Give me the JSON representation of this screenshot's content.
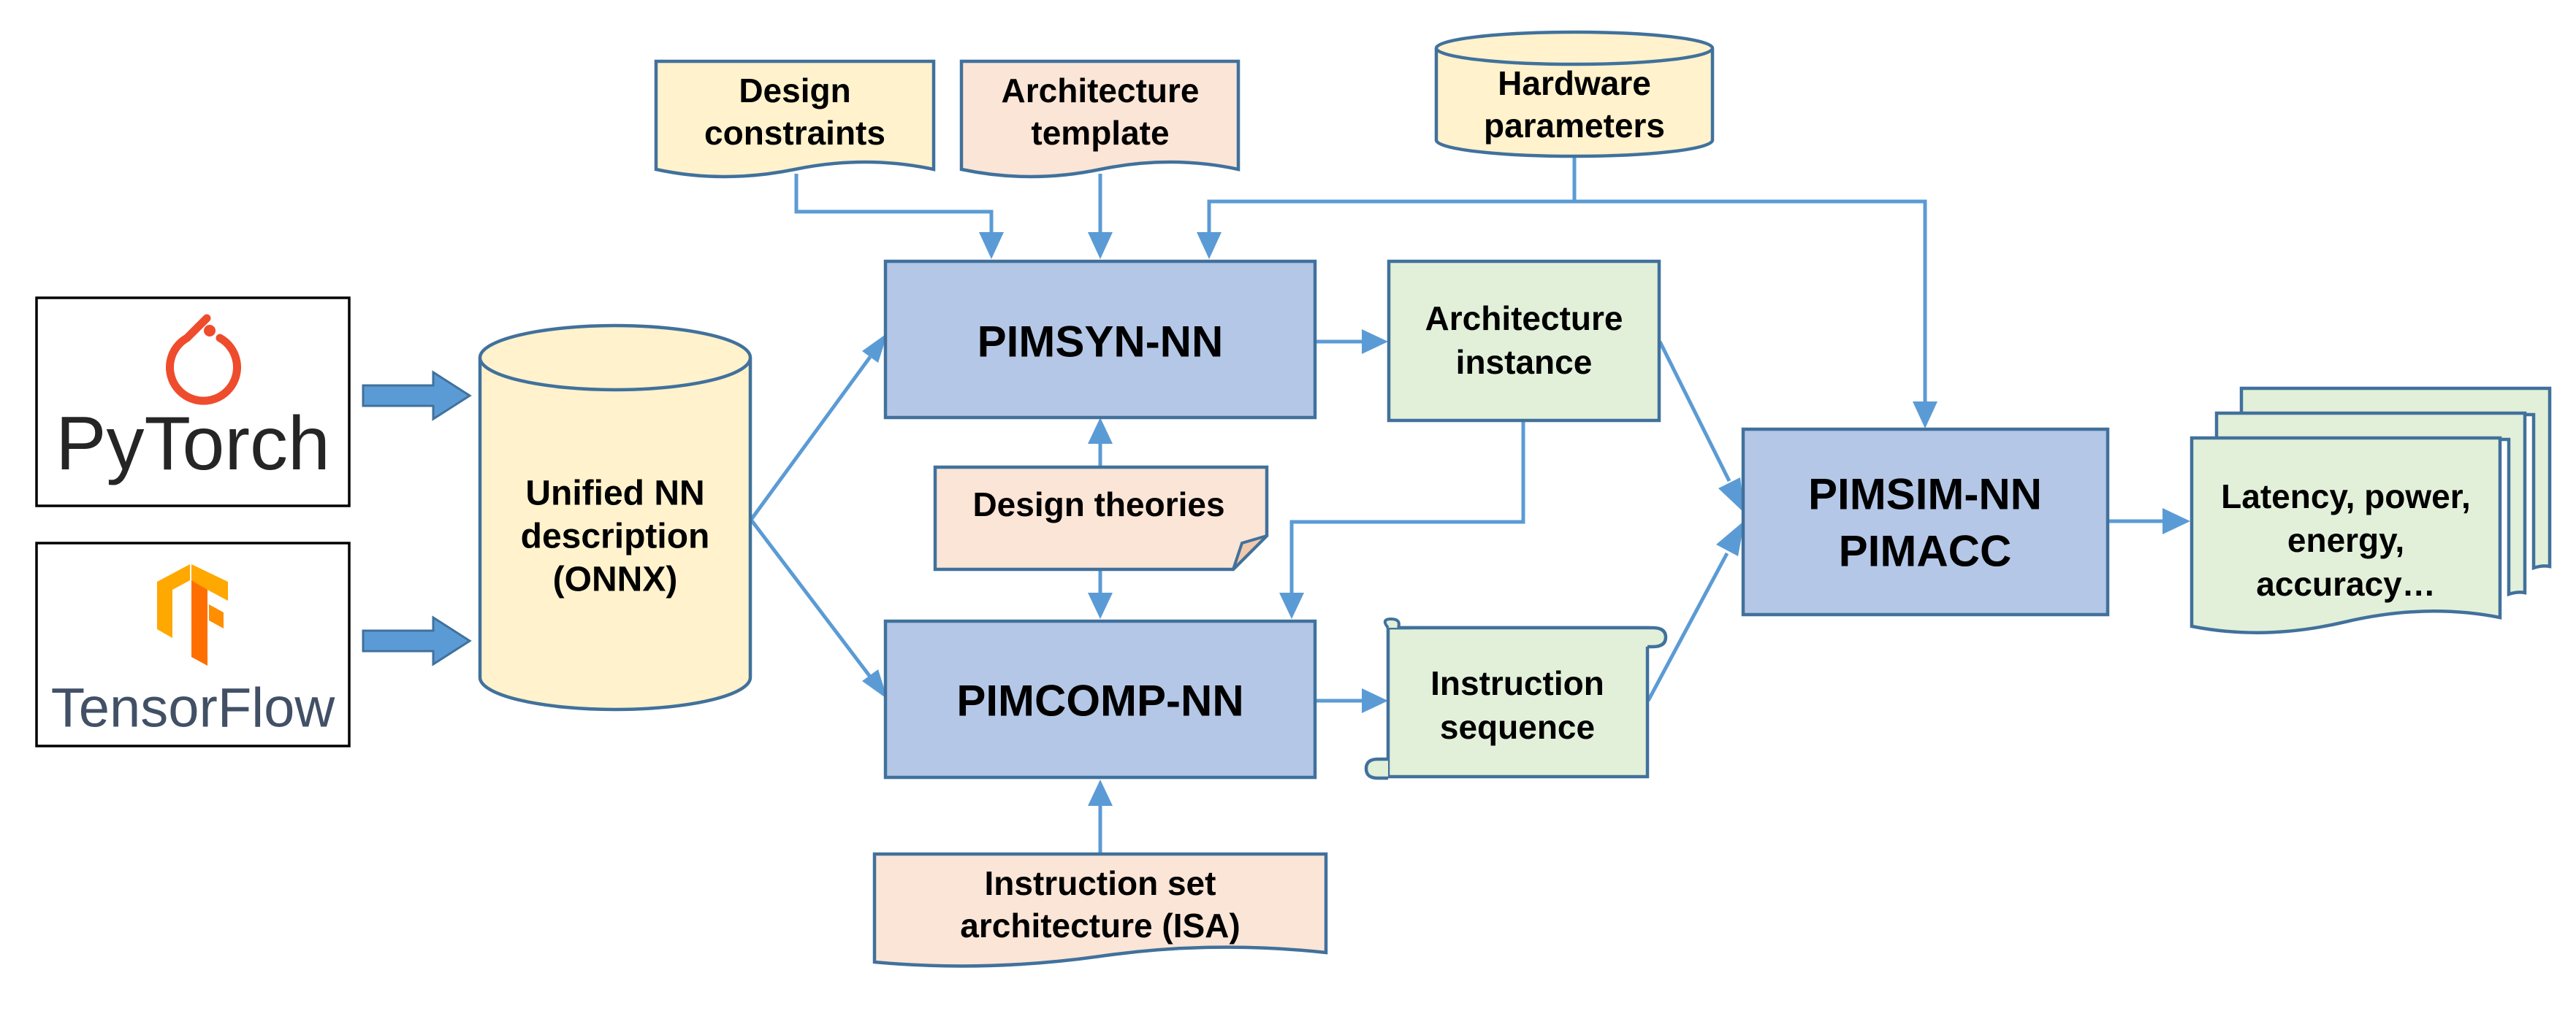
{
  "colors": {
    "arrow": "#5b9bd5",
    "border": "#41719c",
    "yellow": "#fff2cc",
    "peach": "#fbe5d6",
    "blue_box": "#b4c7e7",
    "green": "#e2f0d9",
    "pytorch_orange": "#ee4c2c",
    "tensorflow_orange": "#ff8f00",
    "tensorflow_text": "#425066"
  },
  "icons": {
    "pytorch": "pytorch-flame-icon",
    "tensorflow": "tensorflow-logo-icon"
  },
  "frameworks": {
    "pytorch": "PyTorch",
    "tensorflow": "TensorFlow"
  },
  "onnx": {
    "line1": "Unified NN",
    "line2": "description",
    "line3": "(ONNX)"
  },
  "design_constraints": {
    "line1": "Design",
    "line2": "constraints"
  },
  "architecture_template": {
    "line1": "Architecture",
    "line2": "template"
  },
  "hardware_parameters": {
    "line1": "Hardware",
    "line2": "parameters"
  },
  "pimsyn": {
    "label": "PIMSYN-NN"
  },
  "pimcomp": {
    "label": "PIMCOMP-NN"
  },
  "design_theories": {
    "label": "Design theories"
  },
  "architecture_instance": {
    "line1": "Architecture",
    "line2": "instance"
  },
  "instruction_sequence": {
    "line1": "Instruction",
    "line2": "sequence"
  },
  "isa": {
    "line1": "Instruction set",
    "line2": "architecture (ISA)"
  },
  "pimsim": {
    "line1": "PIMSIM-NN",
    "line2": "PIMACC"
  },
  "results": {
    "line1": "Latency, power,",
    "line2": "energy,",
    "line3": "accuracy…"
  }
}
